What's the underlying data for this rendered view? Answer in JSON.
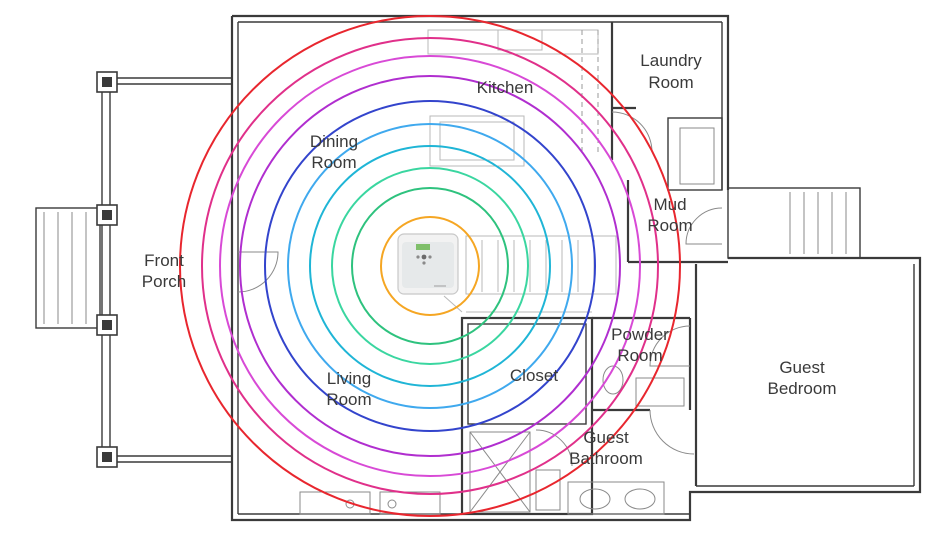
{
  "rooms": {
    "kitchen": "Kitchen",
    "laundry_line1": "Laundry",
    "laundry_line2": "Room",
    "dining_line1": "Dining",
    "dining_line2": "Room",
    "mud_line1": "Mud",
    "mud_line2": "Room",
    "front_porch_line1": "Front",
    "front_porch_line2": "Porch",
    "powder_line1": "Powder",
    "powder_line2": "Room",
    "closet": "Closet",
    "living_line1": "Living",
    "living_line2": "Room",
    "guest_bedroom_line1": "Guest",
    "guest_bedroom_line2": "Bedroom",
    "guest_bathroom_line1": "Guest",
    "guest_bathroom_line2": "Bathroom"
  },
  "coverage_rings": {
    "colors": [
      "#f5a623",
      "#2ec27e",
      "#3ad6a0",
      "#1fb5d6",
      "#3fa9ee",
      "#3344cc",
      "#b02ecf",
      "#d84ad6",
      "#e0308a",
      "#e8262e"
    ],
    "icon": "wifi-access-point-icon"
  },
  "colors": {
    "walls": "#3a3a3a",
    "background": "#ffffff"
  }
}
